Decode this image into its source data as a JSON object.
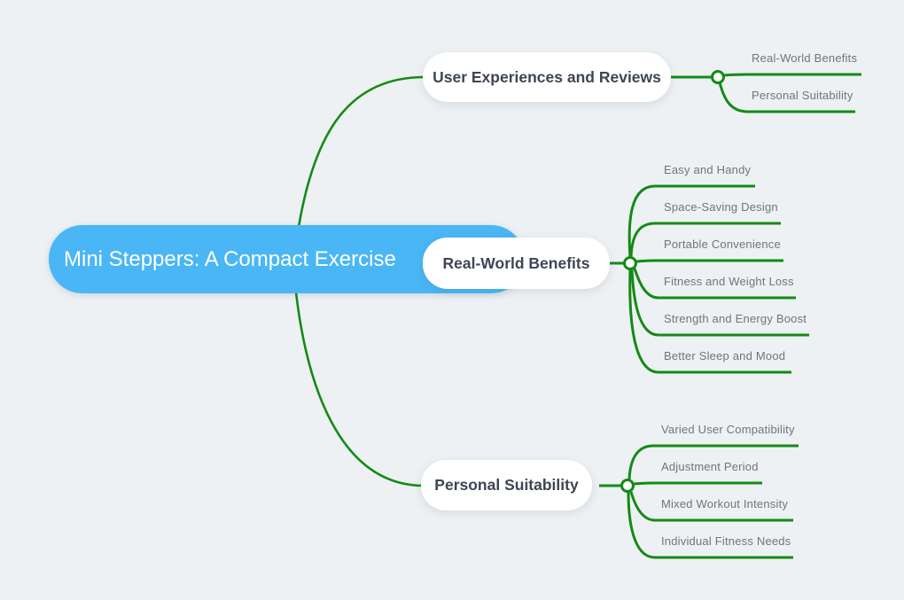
{
  "app": {
    "background_color": "#edf1f4",
    "accent_green": "#148a14",
    "root_blue": "#4ab6f5"
  },
  "mindmap": {
    "root": {
      "label": "Mini Steppers: A Compact Exercise"
    },
    "branches": [
      {
        "label": "User Experiences and Reviews",
        "children": [
          {
            "label": "Real-World Benefits"
          },
          {
            "label": "Personal Suitability"
          }
        ]
      },
      {
        "label": "Real-World Benefits",
        "children": [
          {
            "label": "Easy and Handy"
          },
          {
            "label": "Space-Saving Design"
          },
          {
            "label": "Portable Convenience"
          },
          {
            "label": "Fitness and Weight Loss"
          },
          {
            "label": "Strength and Energy Boost"
          },
          {
            "label": "Better Sleep and Mood"
          }
        ]
      },
      {
        "label": "Personal Suitability",
        "children": [
          {
            "label": "Varied User Compatibility"
          },
          {
            "label": "Adjustment Period"
          },
          {
            "label": "Mixed Workout Intensity"
          },
          {
            "label": "Individual Fitness Needs"
          }
        ]
      }
    ]
  }
}
